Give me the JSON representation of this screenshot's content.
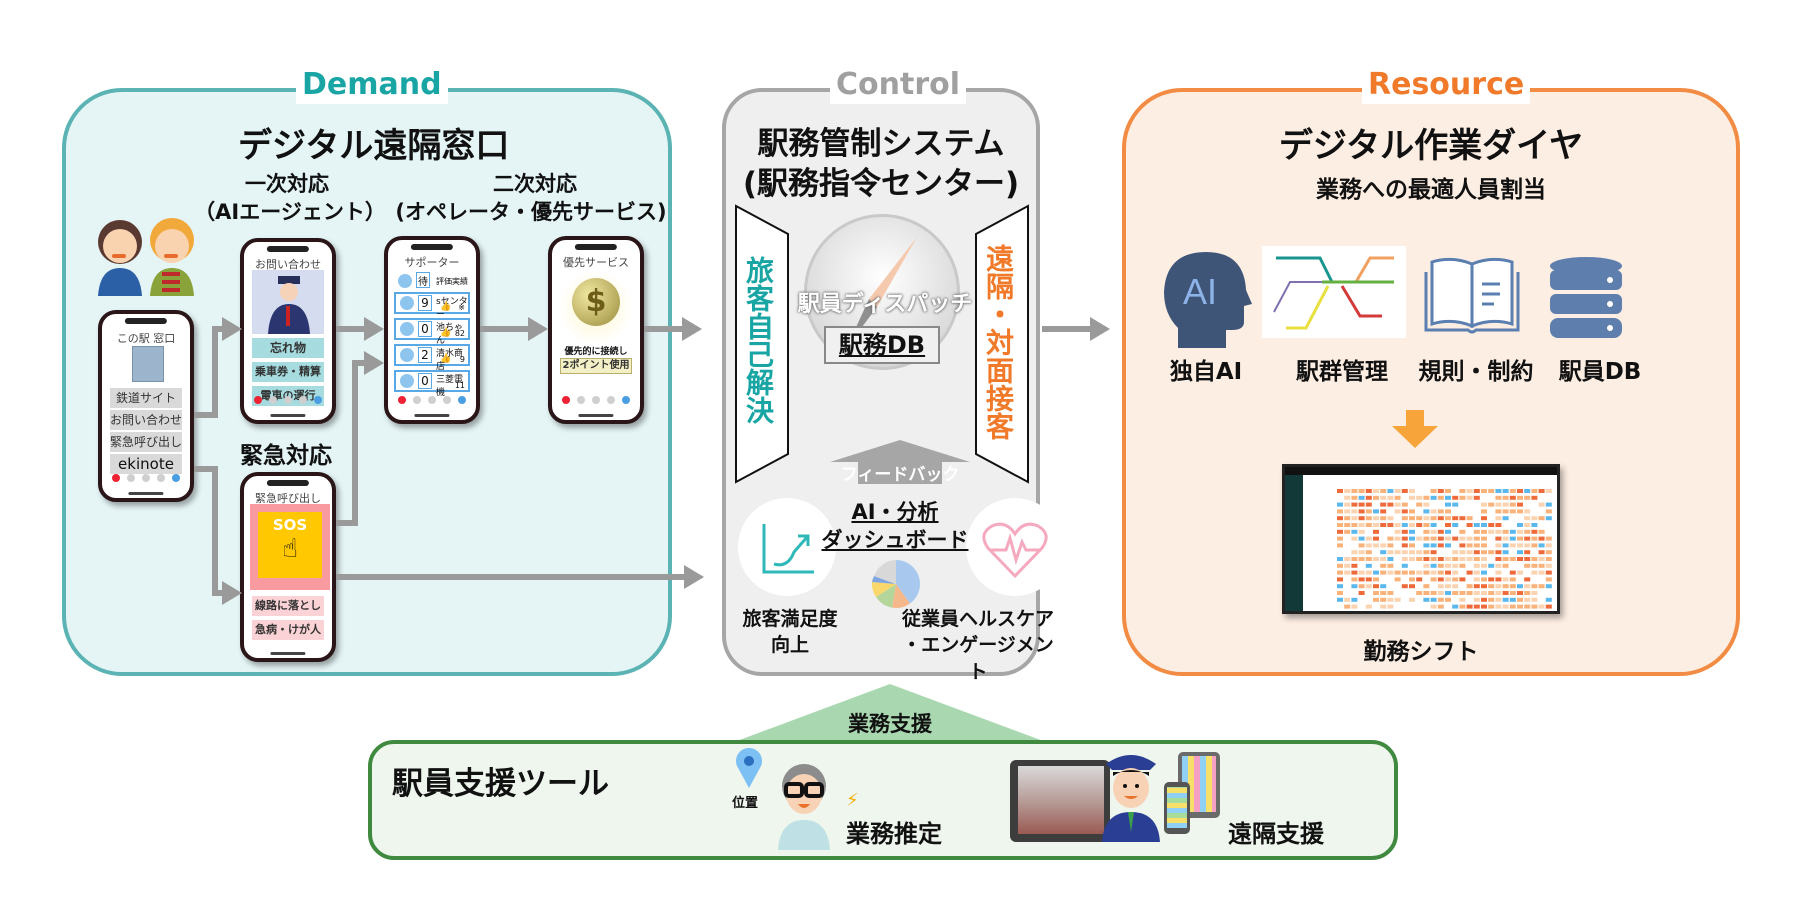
{
  "sections": {
    "demand": {
      "label": "Demand",
      "title": "デジタル遠隔窓口",
      "primary_title": "一次対応",
      "primary_sub": "（AIエージェント）",
      "secondary_title": "二次対応",
      "secondary_sub": "(オペレータ・優先サービス)",
      "emergency_title": "緊急対応",
      "color": "#1aa5a5"
    },
    "control": {
      "label": "Control",
      "title_line1": "駅務管制システム",
      "title_line2": "(駅務指令センター)",
      "left_banner": "旅客自己解決",
      "right_banner": "遠隔・対面接客",
      "dispatch": "駅員ディスパッチ",
      "db": "駅務DB",
      "feedback": "フィードバック",
      "dashboard_line1": "AI・分析",
      "dashboard_line2": "ダッシュボード",
      "satisfaction_line1": "旅客満足度",
      "satisfaction_line2": "向上",
      "health_line1": "従業員ヘルスケア",
      "health_line2": "・エンゲージメント",
      "color": "#a0a0a0"
    },
    "resource": {
      "label": "Resource",
      "title": "デジタル作業ダイヤ",
      "subtitle": "業務への最適人員割当",
      "items": [
        {
          "label": "独自AI",
          "icon": "ai-head-icon"
        },
        {
          "label": "駅群管理",
          "icon": "route-map-icon"
        },
        {
          "label": "規則・制約",
          "icon": "book-icon"
        },
        {
          "label": "駅員DB",
          "icon": "database-icon"
        }
      ],
      "shift_label": "勤務シフト",
      "color": "#f07a2a"
    },
    "support": {
      "title": "駅員支援ツール",
      "arrow_label": "業務支援",
      "location": "位置",
      "estimation": "業務推定",
      "remote": "遠隔支援"
    }
  },
  "phones": {
    "home": {
      "title": "この駅  窓口",
      "buttons": [
        "鉄道サイト",
        "お問い合わせ",
        "緊急呼び出し",
        "ekinote"
      ]
    },
    "inquiry": {
      "title": "お問い合わせ",
      "buttons": [
        "忘れ物",
        "乗車券・精算",
        "電車の運行"
      ]
    },
    "supporter": {
      "title": "サポーター",
      "header_badge": "待",
      "header_label": "評価実績",
      "rows": [
        {
          "count": "9",
          "name": "sセンター",
          "score": "※"
        },
        {
          "count": "0",
          "name": "池ちゃん",
          "score": "82"
        },
        {
          "count": "2",
          "name": "清水商店",
          "score": "9"
        },
        {
          "count": "0",
          "name": "三菱電機",
          "score": "11"
        }
      ]
    },
    "priority": {
      "title": "優先サービス",
      "message": "優先的に接続し",
      "button": "2ポイント使用"
    },
    "emergency": {
      "title": "緊急呼び出し",
      "sos": "SOS",
      "buttons": [
        "線路に落とした",
        "急病・けが人"
      ]
    }
  }
}
